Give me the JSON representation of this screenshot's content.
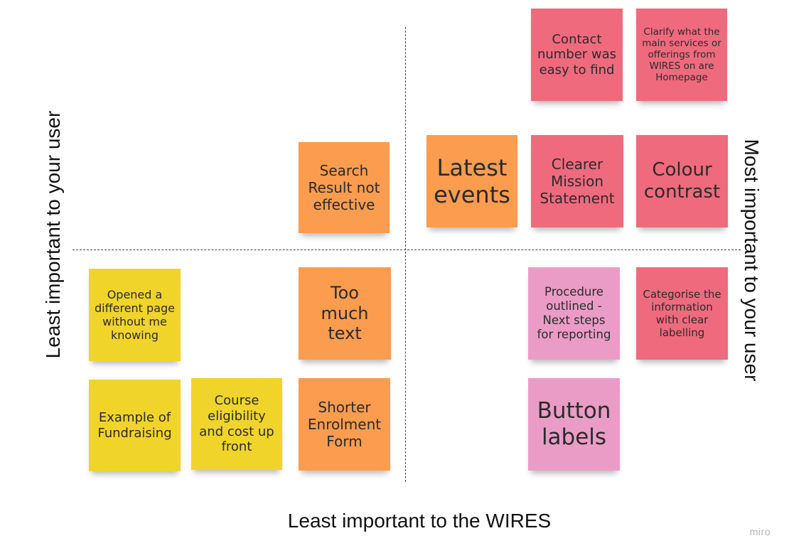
{
  "axes": {
    "left": "Least important to your user",
    "right": "Most important to your user",
    "bottom": "Least important to the WIRES"
  },
  "notes": {
    "contact_number": "Contact number was easy to find",
    "clarify_services": "Clarify what  the main  services or offerings from WIRES on are Homepage",
    "search_result": "Search Result not effective",
    "latest_events": "Latest events",
    "mission_statement": "Clearer Mission Statement",
    "colour_contrast": "Colour contrast",
    "opened_page": "Opened a different page without me knowing",
    "too_much_text": "Too much text",
    "procedure_outlined": "Procedure outlined - Next steps for reporting",
    "categorise_info": "Categorise the information with clear labelling",
    "fundraising": "Example of Fundraising",
    "course_eligibility": "Course eligibility and cost up front",
    "enrolment_form": "Shorter Enrolment Form",
    "button_labels": "Button labels"
  },
  "colors": {
    "yellow": "#f1d42a",
    "orange": "#fb9c4e",
    "red": "#ef6a7d",
    "pink": "#ea9cc6"
  },
  "branding": {
    "watermark": "miro"
  }
}
